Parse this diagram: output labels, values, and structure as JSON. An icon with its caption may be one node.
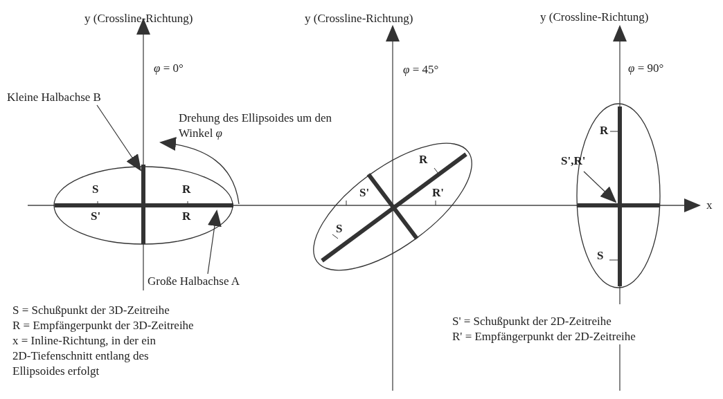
{
  "diagram": {
    "nodes": [
      {
        "text": [
          "Kleine Halbachse B"
        ]
      },
      {
        "text": [],
        "shape": "bar"
      },
      {
        "text": [
          "Große Halbachse A"
        ]
      },
      {
        "text": [],
        "shape": "bar"
      },
      {
        "text": [
          "S',R'"
        ]
      }
    ],
    "edges": [
      {
        "from": 0,
        "to": 1,
        "arrow": "to"
      },
      {
        "from": 2,
        "to": 3,
        "arrow": "to"
      },
      {
        "from": 4,
        "to": null,
        "arrow": "to"
      }
    ],
    "labels": [
      "y (Crossline-Richtung)",
      "y (Crossline-Richtung)",
      "y (Crossline-Richtung)",
      "*φ* = 0°",
      "*φ* = 45°",
      "*φ* = 90°",
      "Drehung des Ellipsoides um den Winkel *φ*",
      "S",
      "R",
      "S'",
      "R",
      "R",
      "S'",
      "R'",
      "S",
      "R",
      "S",
      "x",
      "S = Schußpunkt der 3D-Zeitreihe",
      "R = Empfängerpunkt der 3D-Zeitreihe",
      "x = Inline-Richtung, in der ein 2D-Tiefenschnitt entlang des Ellipsoides erfolgt",
      "S' = Schußpunkt der 2D-Zeitreihe",
      "R' = Empfängerpunkt der 2D-Zeitreihe"
    ]
  }
}
